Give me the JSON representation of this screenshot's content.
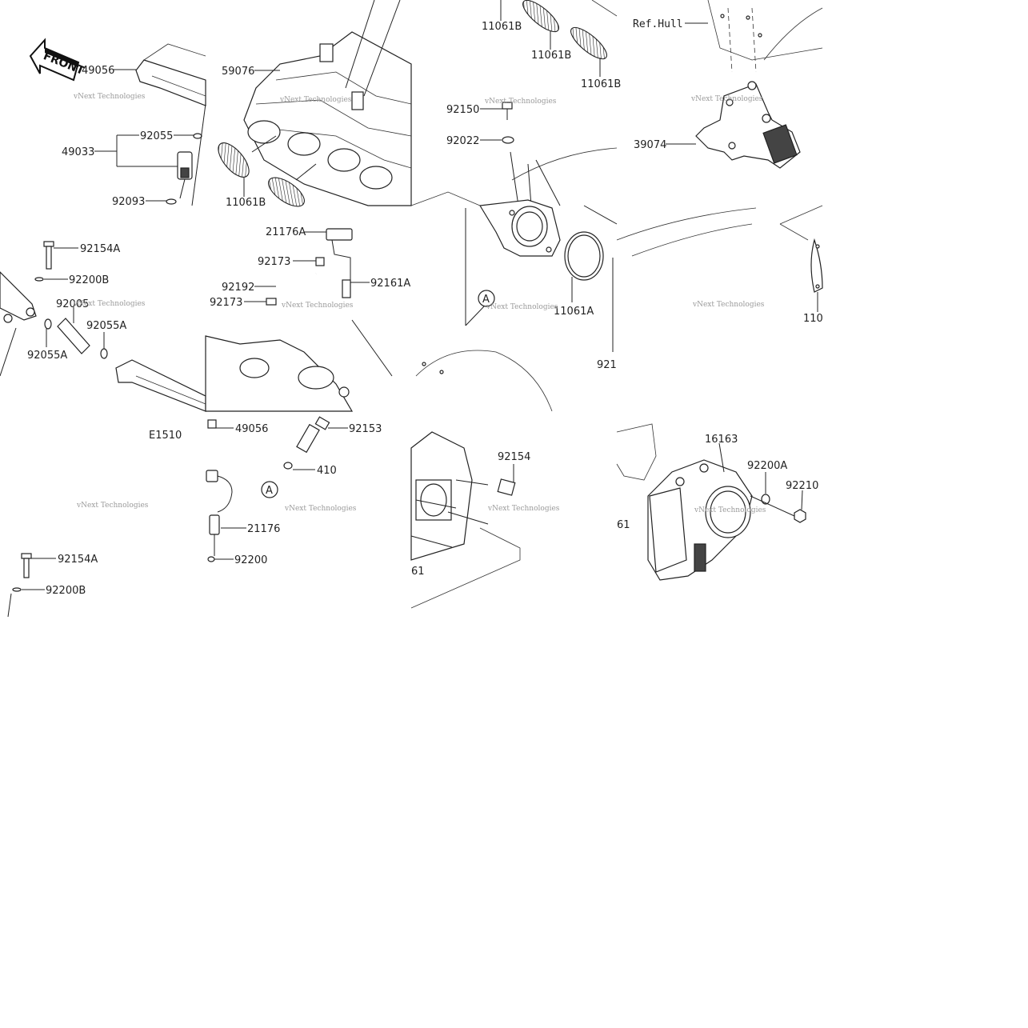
{
  "labels": {
    "p49056_a": "49056",
    "p49033": "49033",
    "p92055": "92055",
    "p92093": "92093",
    "p11061b_a": "11061B",
    "p59076": "59076",
    "p11061b_b": "11061B",
    "p11061b_c": "11061B",
    "p11061b_d": "11061B",
    "p92150": "92150",
    "p92022": "92022",
    "ref_hull": "Ref.Hull",
    "p39074": "39074",
    "p92154a_a": "92154A",
    "p92200b_a": "92200B",
    "p92005": "92005",
    "p92055a_a": "92055A",
    "p92055a_b": "92055A",
    "p21176a": "21176A",
    "p92173_a": "92173",
    "p92192": "92192",
    "p92161a": "92161A",
    "p92173_b": "92173",
    "p11061a": "11061A",
    "p921_partial": "921",
    "p110_partial": "110",
    "circle_a_1": "A",
    "p49056_b": "49056",
    "p92153": "92153",
    "p410": "410",
    "circle_a_2": "A",
    "p21176": "21176",
    "p92200": "92200",
    "diagram_code": "E1510",
    "p92154": "92154",
    "p61_a": "61",
    "p16163": "16163",
    "p92200a": "92200A",
    "p92210": "92210",
    "p61_b": "61",
    "p92154a_b": "92154A",
    "p92200b_b": "92200B",
    "front": "FRONT"
  },
  "watermark": {
    "line1": "vNext Technologies"
  },
  "colors": {
    "ink": "#222222",
    "watermark": "#9a9a9a",
    "background": "#ffffff"
  }
}
